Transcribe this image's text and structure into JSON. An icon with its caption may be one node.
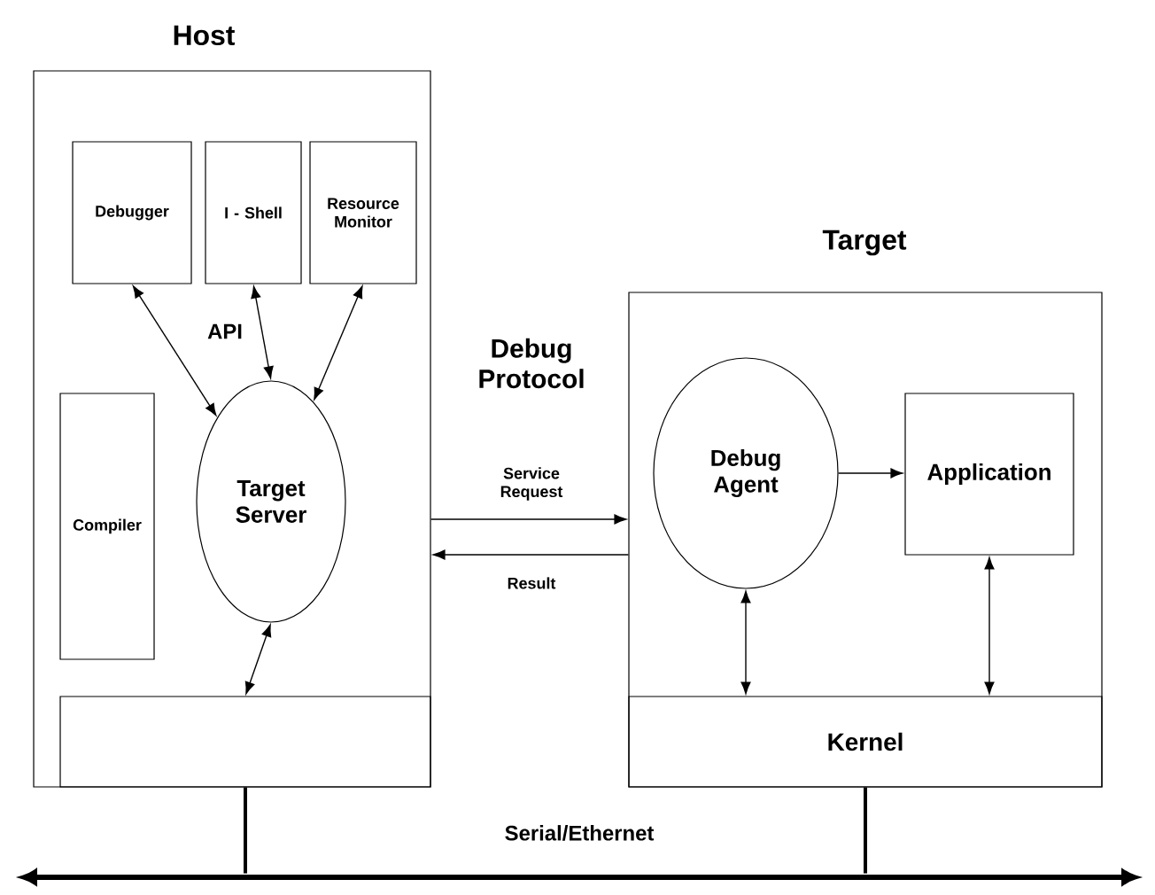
{
  "diagram": {
    "nodes": [
      {
        "text": [
          "Host"
        ]
      },
      {
        "text": [
          "Debugger"
        ],
        "in": 0
      },
      {
        "text": [
          "I - Shell"
        ],
        "in": 0
      },
      {
        "text": [
          "Resource Monitor"
        ],
        "in": 0
      },
      {
        "text": [
          "Compiler"
        ],
        "in": 0
      },
      {
        "text": [
          "Target Server"
        ],
        "in": 0
      },
      {
        "text": [],
        "shape": "box",
        "in": 0
      },
      {
        "text": [
          "Target"
        ]
      },
      {
        "text": [
          "Debug Agent"
        ],
        "in": 7
      },
      {
        "text": [
          "Application"
        ],
        "in": 7
      },
      {
        "text": [
          "Kernel"
        ],
        "in": 7
      },
      {
        "text": [],
        "shape": "bar",
        "beside": [
          "Serial/Ethernet"
        ]
      }
    ],
    "edges": [
      {
        "from": 1,
        "to": 5,
        "arrow": "both"
      },
      {
        "from": 2,
        "to": 5,
        "arrow": "both"
      },
      {
        "from": 3,
        "to": 5,
        "arrow": "both"
      },
      {
        "from": 5,
        "to": 6,
        "arrow": "both"
      },
      {
        "from": 0,
        "to": 7,
        "arrow": "to",
        "label": "Service Request"
      },
      {
        "from": 7,
        "to": 0,
        "arrow": "to",
        "label": "Result"
      },
      {
        "from": 8,
        "to": 9,
        "arrow": "to"
      },
      {
        "from": 8,
        "to": 10,
        "arrow": "both"
      },
      {
        "from": 9,
        "to": 10,
        "arrow": "both"
      },
      {
        "from": 6,
        "to": 11,
        "arrow": "none"
      },
      {
        "from": 10,
        "to": 11,
        "arrow": "none"
      }
    ],
    "labels": [
      "API",
      "Debug Protocol"
    ]
  }
}
